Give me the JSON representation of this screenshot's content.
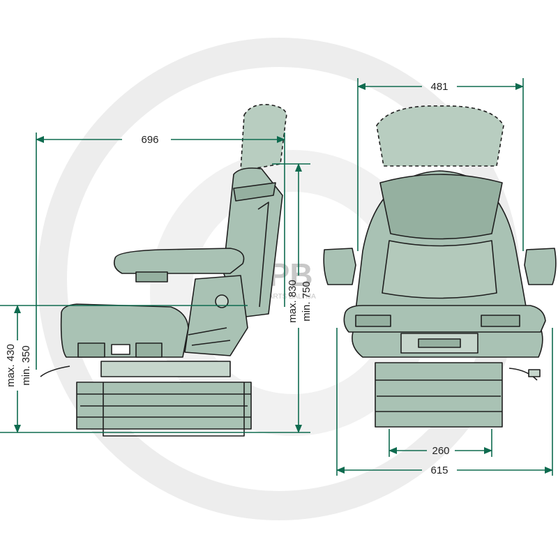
{
  "colors": {
    "seat_fill": "#a9c2b4",
    "seat_stroke": "#1f1f1f",
    "dimension": "#0e6b4f",
    "watermark": "#ececec",
    "text": "#222222"
  },
  "dimensions": {
    "side_depth": "696",
    "side_height_max": "max. 830",
    "side_height_min": "min. 750",
    "seat_height_max": "max. 430",
    "seat_height_min": "min. 350",
    "front_backrest_width": "481",
    "front_base_width": "260",
    "front_total_width": "615"
  },
  "watermark": {
    "logo": "APB",
    "tagline": "EURO PARTS BALTIJA"
  },
  "icons": {
    "seat_side": "seat-side-view-icon",
    "seat_front": "seat-front-view-icon",
    "watermark": "watermark-logo-icon"
  }
}
